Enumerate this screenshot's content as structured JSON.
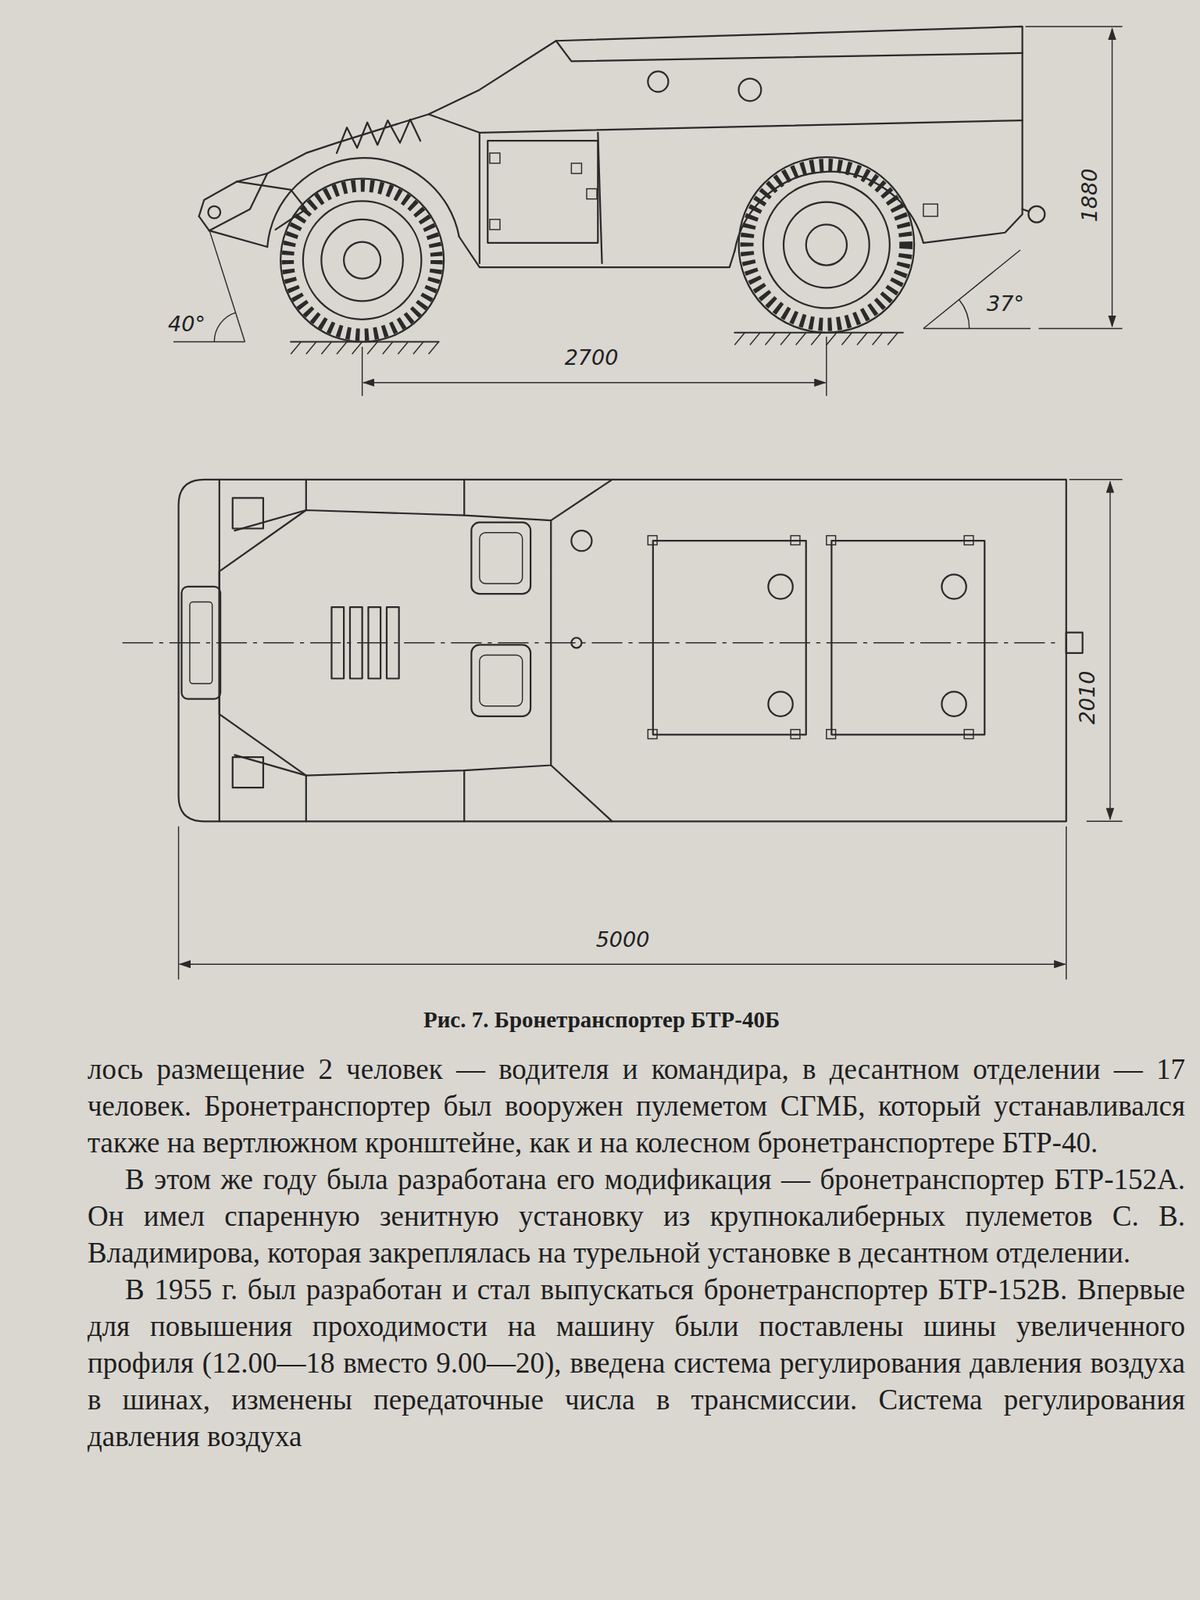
{
  "diagram": {
    "caption": "Рис. 7. Бронетранспортер БТР-40Б",
    "labels": [
      "1880",
      "40°",
      "37°",
      "2700",
      "2010",
      "5000",
      "лось размещение 2 человек — водителя и командира, в десантном отделении — 17 человек. Бронетранспортер был вооружен пулеметом СГМБ, который устанавливался также на вертлюжном кронштейне, как и на колесном бронетранспортере БТР-40.",
      "В этом же году была разработана его модификация — бронетранспортер БТР-152А. Он имел спаренную зенитную установку из крупнокалиберных пулеметов С. В. Владимирова, которая закреплялась на турельной установке в десантном отделении.",
      "В 1955 г. был разработан и стал выпускаться бронетранспортер БТР-152В. Впервые для повышения проходимости на машину были поставлены шины увеличенного профиля (12.00—18 вместо 9.00—20), введена система регулирования давления воздуха в шинах, изменены передаточные числа в трансмиссии. Система регулирования давления воздуха"
    ]
  }
}
